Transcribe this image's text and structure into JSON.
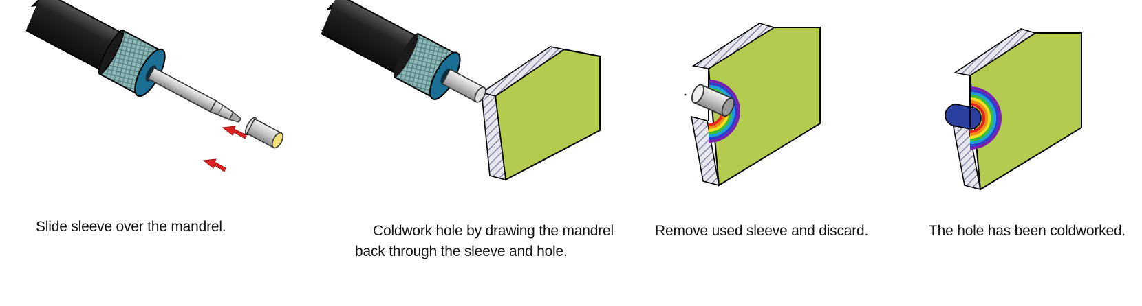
{
  "steps": [
    {
      "id": "step1",
      "caption": "Slide sleeve over the mandrel."
    },
    {
      "id": "step2",
      "caption": "Coldwork hole by drawing the mandrel back through the sleeve and hole."
    },
    {
      "id": "step3",
      "caption": "Remove used sleeve and discard."
    },
    {
      "id": "step4",
      "caption": "The hole has been coldworked."
    }
  ],
  "colors": {
    "tool_body": "#1c1c1c",
    "grip_knurl": "#8fb6b6",
    "nose_ring": "#1b6f95",
    "mandrel": "#c9c9c9",
    "plate_face": "#b3cc4f",
    "plate_edge_hatch": "#7a7a9a",
    "arrow": "#dd2222",
    "sleeve_end": "#f2e27a",
    "coldworked_bore": "#2a3f9e"
  },
  "icons": [
    "tool-gun-icon",
    "sleeve-icon",
    "arrow-icon",
    "workpiece-plate-icon"
  ]
}
